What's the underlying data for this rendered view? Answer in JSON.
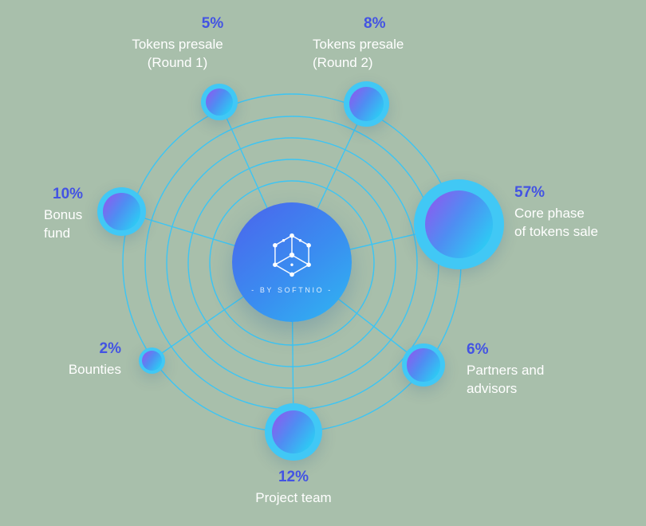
{
  "diagram": {
    "center": {
      "caption": "- BY SOFTNIO -",
      "icon": "hexagon-network-logo-icon"
    }
  },
  "colors": {
    "bg": "#a8bfab",
    "ring": "#3cc5f4",
    "halo": "#41c8f5",
    "node-purple": "#8a5cf0",
    "node-cyan": "#2fc7f4",
    "center-top": "#4c63ec",
    "center-bottom": "#2fb7f2",
    "percent": "#4353e3",
    "label": "#ffffff"
  },
  "nodes": [
    {
      "id": "tokens-presale-round-1",
      "percent": "5%",
      "line1": "Tokens presale",
      "line2": "(Round 1)"
    },
    {
      "id": "tokens-presale-round-2",
      "percent": "8%",
      "line1": "Tokens presale",
      "line2": "(Round 2)"
    },
    {
      "id": "bonus-fund",
      "percent": "10%",
      "line1": "Bonus",
      "line2": "fund"
    },
    {
      "id": "core-phase-of-tokens-sale",
      "percent": "57%",
      "line1": "Core phase",
      "line2": "of tokens sale"
    },
    {
      "id": "bounties",
      "percent": "2%",
      "line1": "Bounties",
      "line2": ""
    },
    {
      "id": "partners-and-advisors",
      "percent": "6%",
      "line1": "Partners and",
      "line2": "advisors"
    },
    {
      "id": "project-team",
      "percent": "12%",
      "line1": "Project team",
      "line2": ""
    }
  ],
  "chart_data": {
    "type": "pie",
    "variant": "orbital-bubble-diagram",
    "categories": [
      "Tokens presale (Round 1)",
      "Tokens presale (Round 2)",
      "Bonus fund",
      "Core phase of tokens sale",
      "Bounties",
      "Partners and advisors",
      "Project team"
    ],
    "values": [
      5,
      8,
      10,
      57,
      2,
      6,
      12
    ],
    "unit": "%",
    "title": "",
    "center_label": "- BY SOFTNIO -",
    "legend_position": "labels-around-nodes",
    "grid": "concentric-orbit-rings"
  }
}
